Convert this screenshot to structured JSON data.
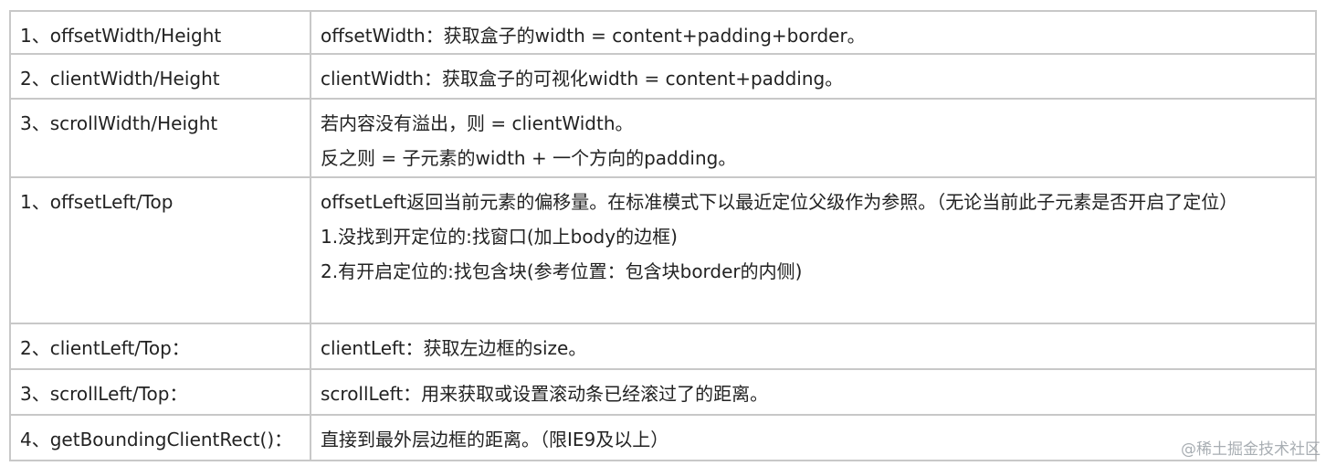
{
  "rows": [
    {
      "key": "1、offsetWidth/Height",
      "lines": [
        "offsetWidth：获取盒子的width = content+padding+border。"
      ]
    },
    {
      "key": "2、clientWidth/Height",
      "lines": [
        "clientWidth：获取盒子的可视化width = content+padding。"
      ]
    },
    {
      "key": "3、scrollWidth/Height",
      "lines": [
        "若内容没有溢出，则 = clientWidth。",
        "反之则 = 子元素的width + 一个方向的padding。"
      ]
    },
    {
      "key": "1、offsetLeft/Top",
      "lines": [
        "offsetLeft返回当前元素的偏移量。在标准模式下以最近定位父级作为参照。（无论当前此子元素是否开启了定位）",
        "1.没找到开定位的:找窗口(加上body的边框)",
        "2.有开启定位的:找包含块(参考位置：包含块border的内侧)"
      ]
    },
    {
      "key": "2、clientLeft/Top：",
      "lines": [
        "clientLeft：获取左边框的size。"
      ]
    },
    {
      "key": "3、scrollLeft/Top：",
      "lines": [
        "scrollLeft：用来获取或设置滚动条已经滚过了的距离。"
      ]
    },
    {
      "key": "4、getBoundingClientRect()：",
      "lines": [
        "直接到最外层边框的距离。（限IE9及以上）"
      ]
    }
  ],
  "watermark": "@稀土掘金技术社区",
  "colors": {
    "border": "#c8c8c8",
    "text": "#222222",
    "watermark": "#9aa0a6"
  }
}
